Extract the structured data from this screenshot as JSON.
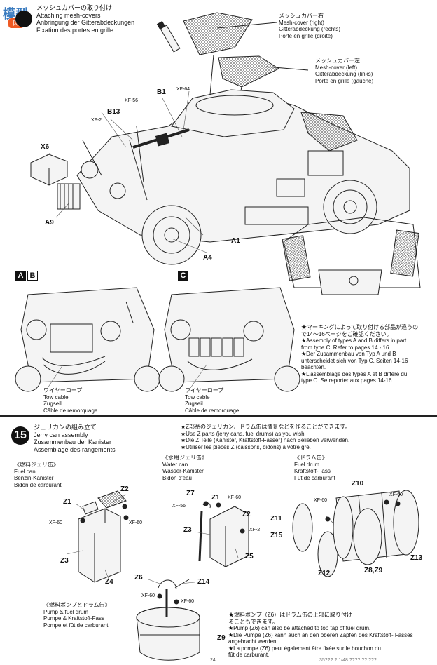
{
  "watermark": {
    "site": "模型",
    "site2": "网"
  },
  "step14": {
    "title": [
      "メッシュカバーの取り付け",
      "Attaching mesh-covers",
      "Anbringung der Gitterabdeckungen",
      "Fixation des portes en grille"
    ],
    "mesh_right": [
      "メッシュカバー右",
      "Mesh-cover (right)",
      "Gitterabdeckung (rechts)",
      "Porte en grille (droite)"
    ],
    "mesh_left": [
      "メッシュカバー左",
      "Mesh-cover (left)",
      "Gitterabdeckung (links)",
      "Porte en grille (gauche)"
    ],
    "parts": {
      "xf56": "XF-56",
      "xf64": "XF-64",
      "b1": "B1",
      "b13": "B13",
      "xf2": "XF-2",
      "x6": "X6",
      "a9": "A9",
      "a1": "A1",
      "a4": "A4"
    },
    "type_ab_a": "A",
    "type_ab_b": "B",
    "type_c": "C",
    "tow_ab": [
      "ワイヤーロープ",
      "Tow cable",
      "Zugseil",
      "Câble de remorquage"
    ],
    "tow_c": [
      "ワイヤーロープ",
      "Tow cable",
      "Zugseil",
      "Câble de remorquage"
    ],
    "note": [
      "★マーキングによって取り付ける部品が違うの",
      "で14～16ページをご確認ください。",
      "★Assembly of types A and B differs in part",
      "from type C. Refer to pages 14 - 16.",
      "★Der Zusammenbau von Typ A und B",
      "unterscheidet sich von Typ C. Seiten 14-16",
      "beachten.",
      "★L'assemblage des types A et B diffère du",
      "type C. Se reporter aux pages 14-16."
    ]
  },
  "step15": {
    "number": "15",
    "title": [
      "ジェリカンの組み立て",
      "Jerry can assembly",
      "Zusammenbau der Kanister",
      "Assemblage des rangements"
    ],
    "note": [
      "★Z部品のジェリカン、ドラム缶は情景などを作ることができます。",
      "★Use Z parts (jerry cans, fuel drums) as you wish.",
      "★Die Z Teile (Kanister, Kraftstoff-Fässer) nach Belieben verwenden.",
      "★Utiliser les pièces Z (caissons, bidons) à votre gré."
    ],
    "fuel_can": [
      "《燃料ジェリ缶》",
      "Fuel can",
      "Benzin-Kanister",
      "Bidon de carburant"
    ],
    "water_can": [
      "《水用ジェリ缶》",
      "Water can",
      "Wasser-Kanister",
      "Bidon d'eau"
    ],
    "fuel_drum": [
      "《ドラム缶》",
      "Fuel drum",
      "Kraftstoff-Fass",
      "Fût de carburant"
    ],
    "pump": [
      "《燃料ポンプとドラム缶》",
      "Pump & fuel drum",
      "Pumpe & Kraftstoff-Fass",
      "Pompe et fût de carburant"
    ],
    "pump_note": [
      "★燃料ポンプ（Z6）はドラム缶の上部に取り付け",
      "ることもできます。",
      "★Pump (Z6) can also be attached to top tap of fuel drum.",
      "★Die Pumpe (Z6) kann auch an den oberen Zapfen des Kraftstoff- Fasses",
      "angebracht werden.",
      "★La pompe (Z6) peut également être fixée sur le bouchon du",
      "fût de carburant."
    ],
    "parts": {
      "z2a": "Z2",
      "z1a": "Z1",
      "xf60a": "XF-60",
      "xf60b": "XF-60",
      "z3": "Z3",
      "z4": "Z4",
      "z7": "Z7",
      "xf56": "XF-56",
      "z1b": "Z1",
      "xf60c": "XF-60",
      "z2b": "Z2",
      "z3b": "Z3",
      "xf2": "XF-2",
      "z5": "Z5",
      "xf60d": "XF-60",
      "z10": "Z10",
      "xf60e": "XF-60",
      "z11": "Z11",
      "z15": "Z15",
      "z12": "Z12",
      "z8z9": "Z8,Z9",
      "z13": "Z13",
      "z6": "Z6",
      "z14": "Z14",
      "xf60f": "XF-60",
      "xf60g": "XF-60",
      "z9": "Z9"
    }
  },
  "footer": {
    "page": "24",
    "code": "35??? ? 1/48 ???? ?? ???"
  }
}
